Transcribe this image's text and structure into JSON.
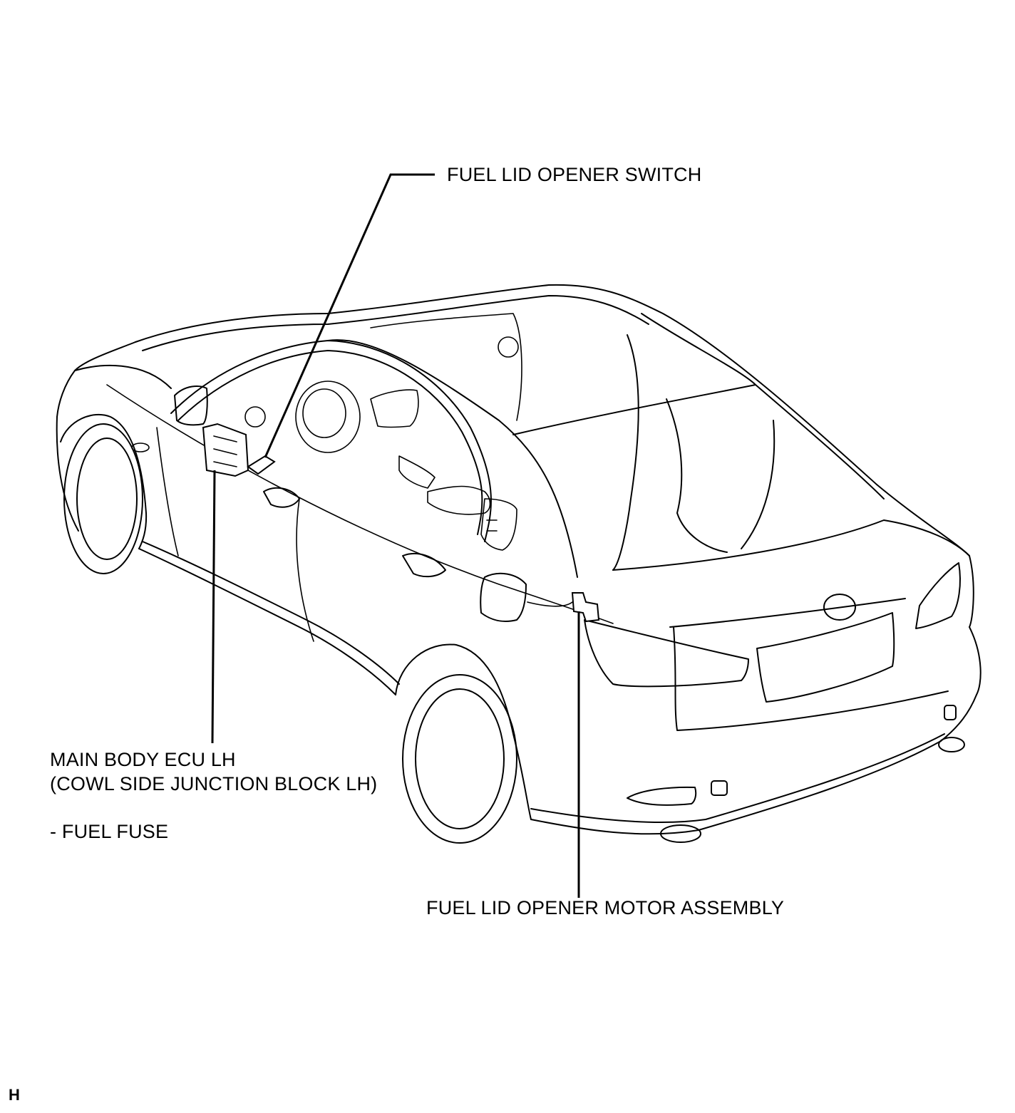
{
  "labels": {
    "switch": "FUEL LID OPENER SWITCH",
    "ecu_line1": "MAIN BODY ECU LH",
    "ecu_line2": "(COWL SIDE JUNCTION BLOCK LH)",
    "ecu_fuse": "- FUEL FUSE",
    "motor": "FUEL LID OPENER MOTOR ASSEMBLY",
    "corner_mark": "H"
  }
}
